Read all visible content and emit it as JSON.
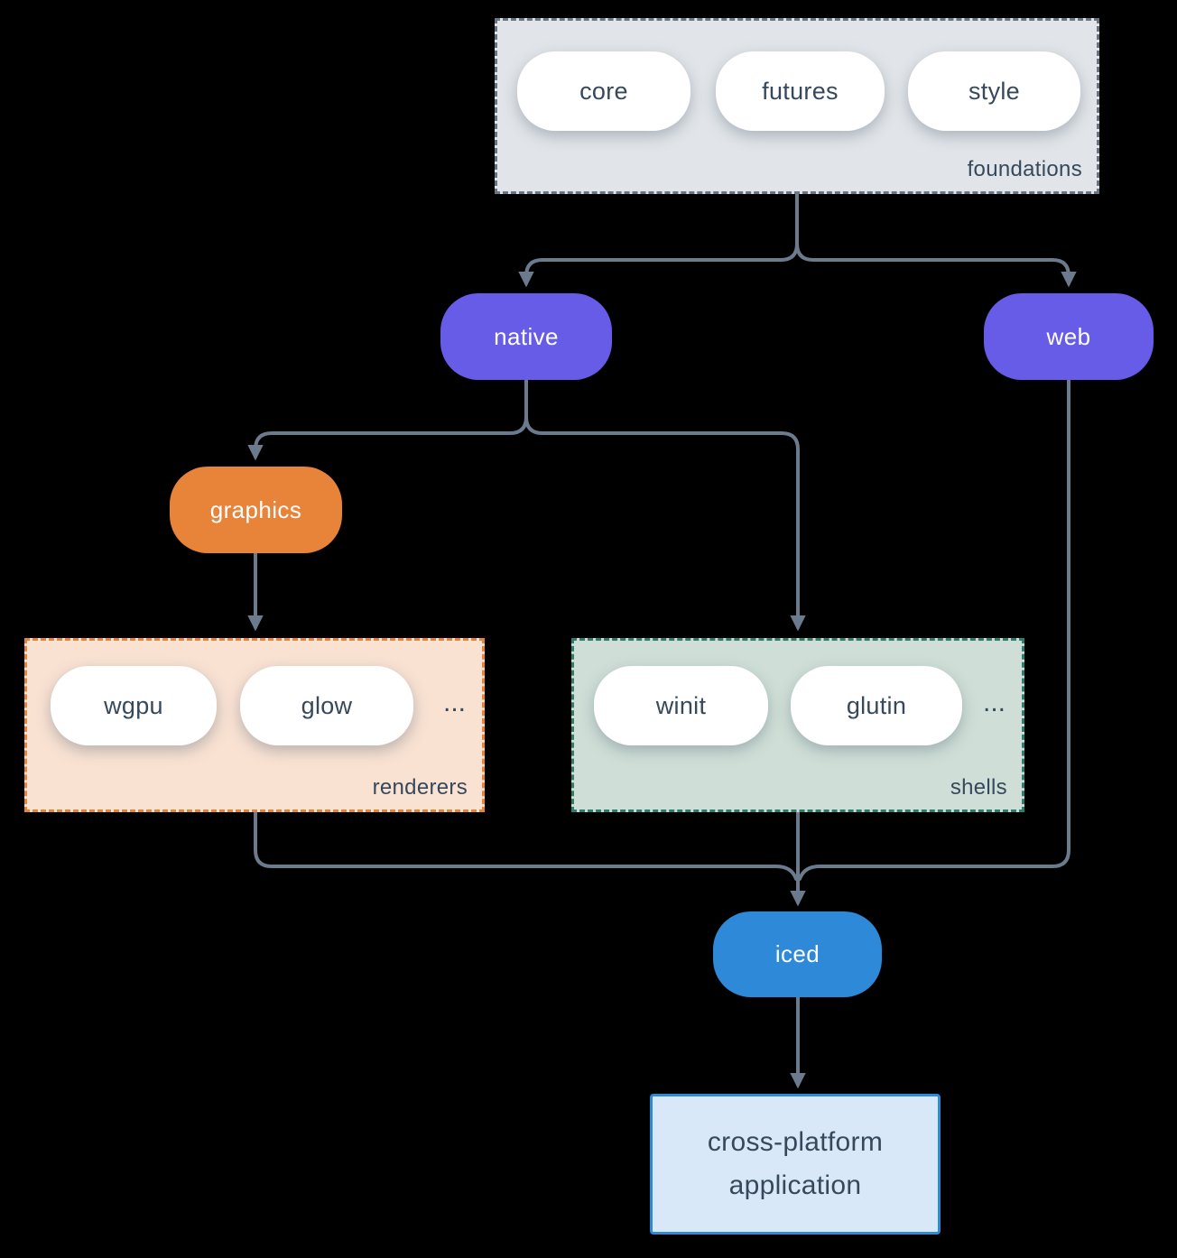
{
  "colors": {
    "bg": "#000000",
    "line": "#6b7a8c",
    "ink": "#36495c",
    "purple": "#675ce8",
    "orange": "#e8833a",
    "blue": "#2e89d8",
    "found-fill": "#e1e5e9",
    "found-border": "#6a7582",
    "rend-fill": "#f9e2d2",
    "rend-border": "#e8833a",
    "shell-fill": "#cfdfd7",
    "shell-border": "#2f7d6d",
    "app-fill": "#d8e8f8",
    "app-border": "#2f89d8",
    "pill-bg": "#ffffff",
    "pill-text": "#36495c",
    "node-text": "#ffffff"
  },
  "groups": {
    "foundations": {
      "label": "foundations",
      "items": [
        "core",
        "futures",
        "style"
      ]
    },
    "renderers": {
      "label": "renderers",
      "items": [
        "wgpu",
        "glow"
      ],
      "more": "..."
    },
    "shells": {
      "label": "shells",
      "items": [
        "winit",
        "glutin"
      ],
      "more": "..."
    }
  },
  "nodes": {
    "native": {
      "label": "native"
    },
    "web": {
      "label": "web"
    },
    "graphics": {
      "label": "graphics"
    },
    "iced": {
      "label": "iced"
    },
    "application": {
      "label": "cross-platform application"
    }
  }
}
